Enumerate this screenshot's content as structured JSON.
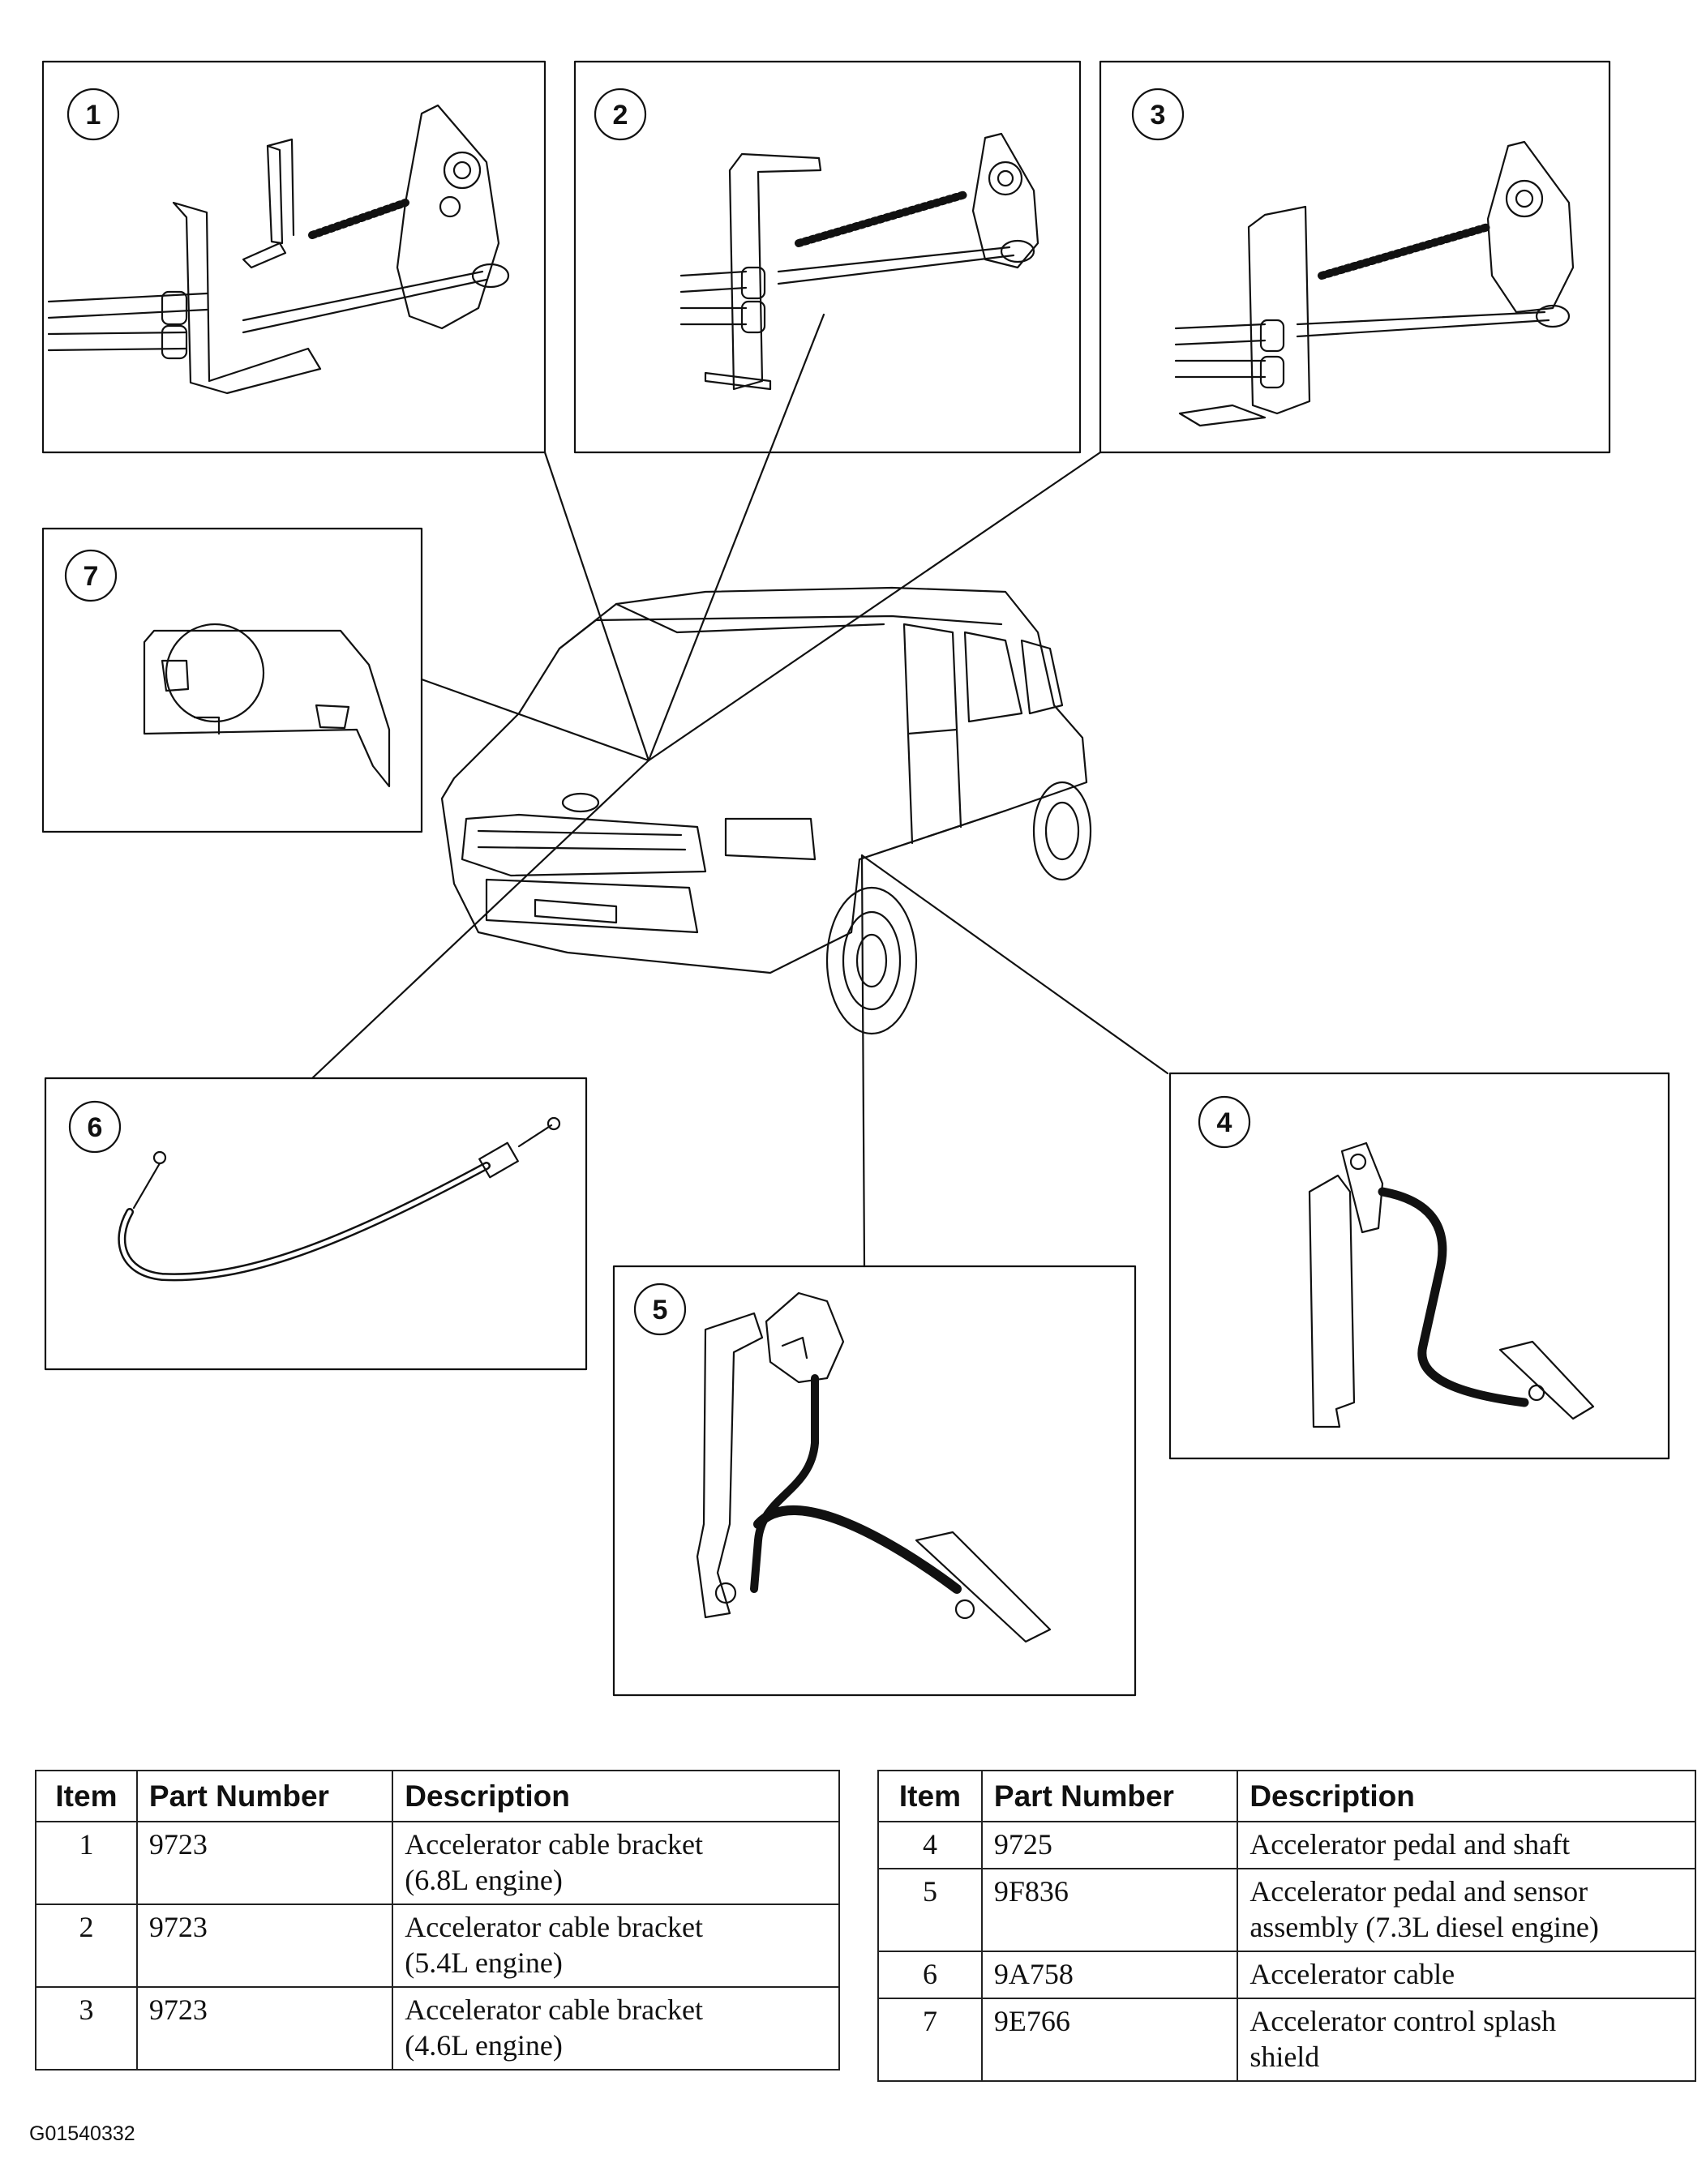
{
  "callouts": [
    "1",
    "2",
    "3",
    "4",
    "5",
    "6",
    "7"
  ],
  "table_left": {
    "headers": {
      "item": "Item",
      "part_number": "Part Number",
      "description": "Description"
    },
    "rows": [
      {
        "item": "1",
        "part_number": "9723",
        "description_line1": "Accelerator cable bracket",
        "description_line2": "(6.8L engine)"
      },
      {
        "item": "2",
        "part_number": "9723",
        "description_line1": "Accelerator cable bracket",
        "description_line2": "(5.4L engine)"
      },
      {
        "item": "3",
        "part_number": "9723",
        "description_line1": "Accelerator cable bracket",
        "description_line2": "(4.6L engine)"
      }
    ]
  },
  "table_right": {
    "headers": {
      "item": "Item",
      "part_number": "Part Number",
      "description": "Description"
    },
    "rows": [
      {
        "item": "4",
        "part_number": "9725",
        "description_line1": "Accelerator pedal and shaft",
        "description_line2": ""
      },
      {
        "item": "5",
        "part_number": "9F836",
        "description_line1": "Accelerator pedal and sensor",
        "description_line2": "assembly (7.3L diesel engine)"
      },
      {
        "item": "6",
        "part_number": "9A758",
        "description_line1": "Accelerator cable",
        "description_line2": ""
      },
      {
        "item": "7",
        "part_number": "9E766",
        "description_line1": "Accelerator control splash",
        "description_line2": "shield"
      }
    ]
  },
  "figure_code": "G01540332"
}
